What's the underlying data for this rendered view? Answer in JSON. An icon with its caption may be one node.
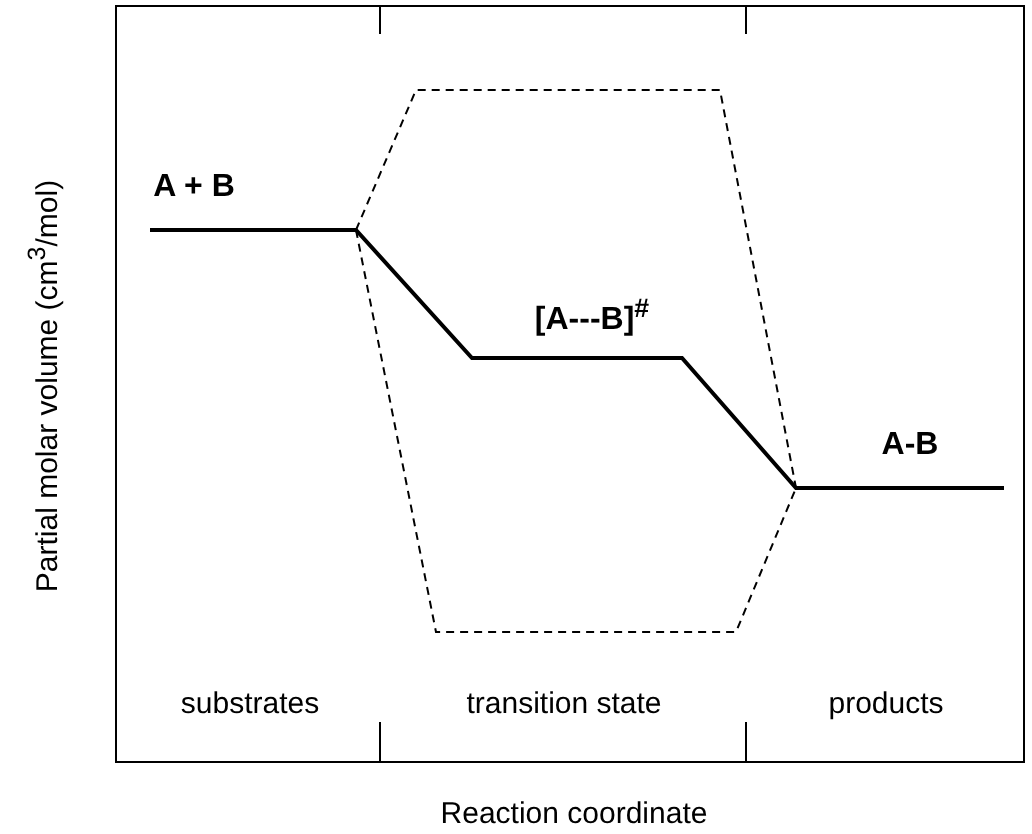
{
  "diagram": {
    "labels": [
      "A + B",
      "[A---B]$^{#}$",
      "A-B",
      "substrates",
      "transition state",
      "products",
      "Partial molar volume (cm$^{3}$/mol)",
      "Reaction coordinate"
    ]
  }
}
